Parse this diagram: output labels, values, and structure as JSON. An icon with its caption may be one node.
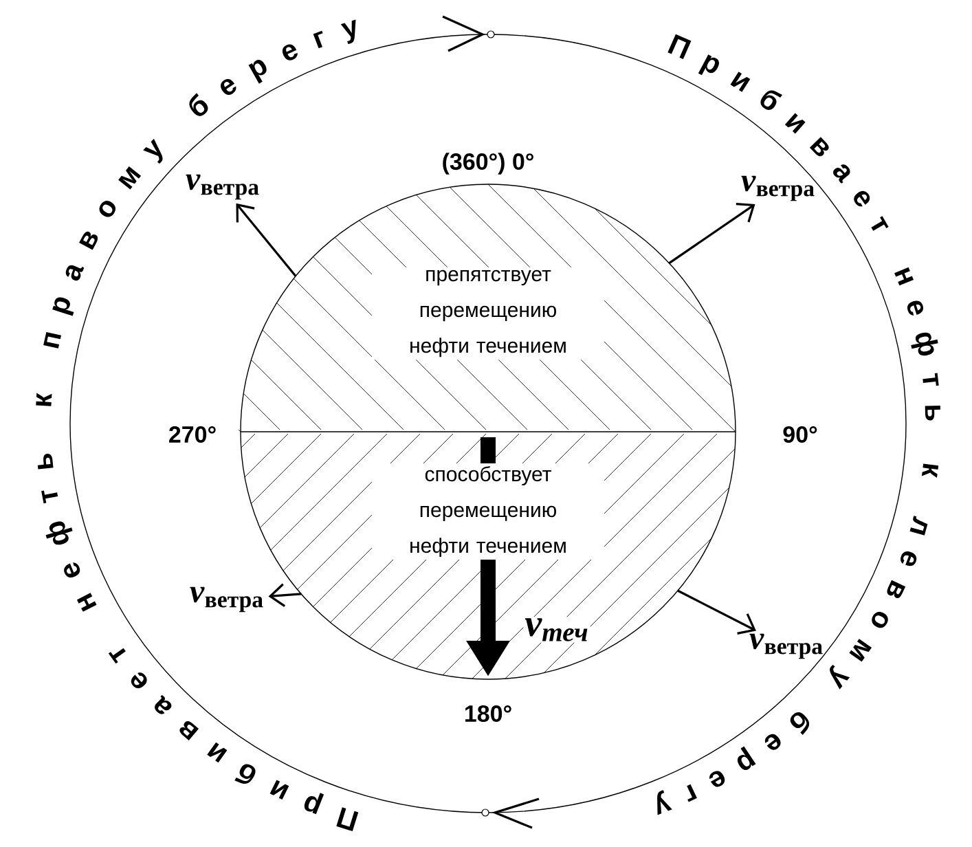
{
  "diagram": {
    "nodes": [
      {
        "text": [
          "препятствует перемещению нефти течением"
        ]
      },
      {
        "text": [
          "способствует перемещению нефти течением"
        ]
      },
      {
        "text": [
          "*v*$_{ветра}$"
        ]
      },
      {
        "text": [
          "*v*$_{ветра}$"
        ]
      },
      {
        "text": [
          "*v*$_{ветра}$"
        ]
      },
      {
        "text": [
          "*v*$_{ветра}$"
        ]
      }
    ],
    "edges": [
      {
        "from": 0,
        "to": 2,
        "arrow": "to"
      },
      {
        "from": 0,
        "to": 3,
        "arrow": "to"
      },
      {
        "from": 1,
        "to": 4,
        "arrow": "to"
      },
      {
        "from": 1,
        "to": 5,
        "arrow": "to"
      }
    ],
    "labels": [
      "Прибивает нефть к правому берегу",
      "Прибивает нефть к левому берегу",
      "(360°) 0°",
      "270°",
      "90°",
      "*v*$_{теч}$",
      "180°"
    ]
  }
}
